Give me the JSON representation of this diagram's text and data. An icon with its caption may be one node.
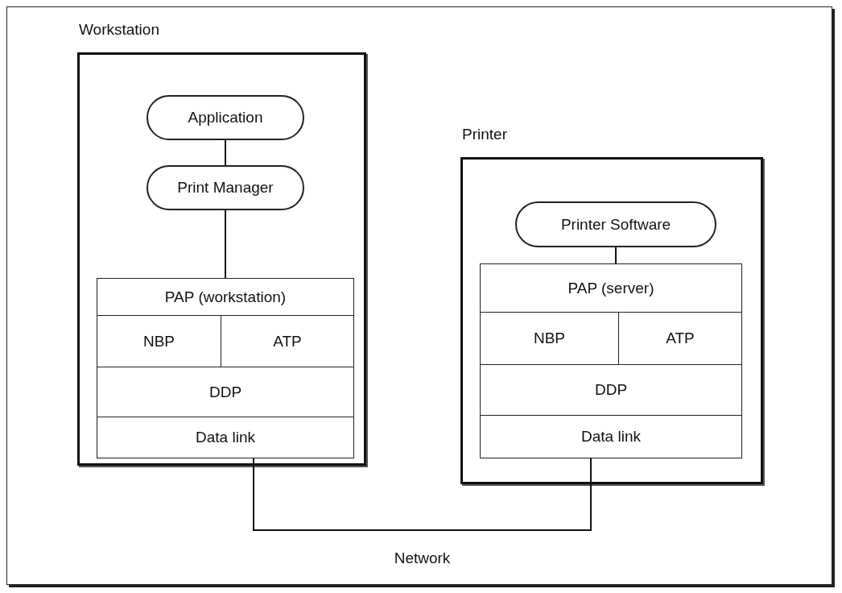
{
  "diagram": {
    "nodes": [
      {
        "text": [
          "Workstation"
        ]
      },
      {
        "text": [
          "Application"
        ],
        "in": 0
      },
      {
        "text": [
          "Print Manager"
        ],
        "in": 0
      },
      {
        "text": [
          "PAP (workstation)"
        ],
        "in": 0
      },
      {
        "text": [
          "NBP"
        ],
        "in": 0
      },
      {
        "text": [
          "ATP"
        ],
        "in": 0
      },
      {
        "text": [
          "DDP"
        ],
        "in": 0
      },
      {
        "text": [
          "Data link"
        ],
        "in": 0
      },
      {
        "text": [
          "Printer"
        ]
      },
      {
        "text": [
          "Printer Software"
        ],
        "in": 8
      },
      {
        "text": [
          "PAP (server)"
        ],
        "in": 8
      },
      {
        "text": [
          "NBP"
        ],
        "in": 8
      },
      {
        "text": [
          "ATP"
        ],
        "in": 8
      },
      {
        "text": [
          "DDP"
        ],
        "in": 8
      },
      {
        "text": [
          "Data link"
        ],
        "in": 8
      }
    ],
    "edges": [
      {
        "from": 1,
        "to": 2,
        "arrow": "none"
      },
      {
        "from": 2,
        "to": 3,
        "arrow": "none"
      },
      {
        "from": 9,
        "to": 10,
        "arrow": "none"
      },
      {
        "from": 7,
        "to": 14,
        "arrow": "none",
        "label": "Network"
      }
    ]
  }
}
